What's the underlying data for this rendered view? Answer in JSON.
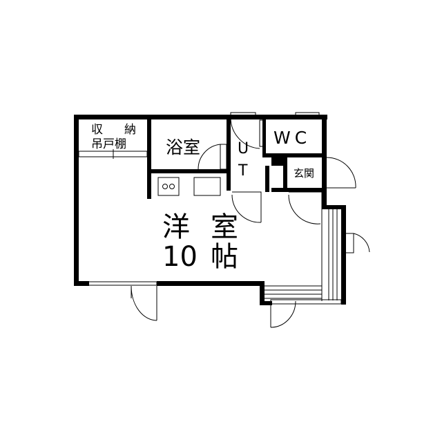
{
  "floor_plan": {
    "storage": {
      "line1_a": "収",
      "line1_b": "納",
      "line2": "吊戸棚"
    },
    "bathroom": "浴室",
    "utility": {
      "u": "U",
      "t": "T"
    },
    "toilet": "WC",
    "entrance": "玄関",
    "main_room": {
      "name_a": "洋",
      "name_b": "室",
      "size": "10",
      "unit": "帖"
    }
  }
}
